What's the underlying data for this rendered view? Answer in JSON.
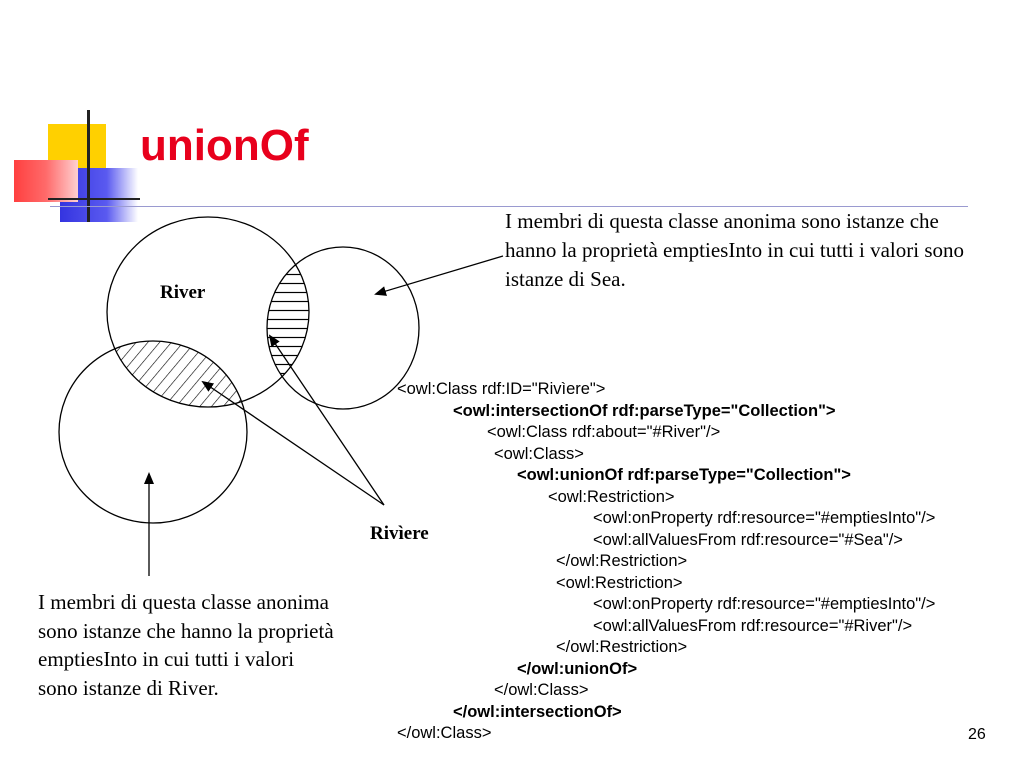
{
  "slide": {
    "title": "unionOf",
    "page_number": "26"
  },
  "diagram": {
    "river_label": "River",
    "riviere_label": "Rivìere"
  },
  "notes": {
    "top": "I membri di questa classe anonima sono istanze che hanno la proprietà emptiesInto in cui tutti i valori sono istanze di Sea.",
    "bottom": "I membri di questa classe anonima sono istanze che hanno la proprietà emptiesInto in cui tutti i valori sono istanze di River."
  },
  "code": {
    "lines": [
      "<owl:Class rdf:ID=\"Rivìere\">",
      "<owl:intersectionOf rdf:parseType=\"Collection\">",
      "<owl:Class rdf:about=\"#River\"/>",
      "<owl:Class>",
      "<owl:unionOf rdf:parseType=\"Collection\">",
      "<owl:Restriction>",
      "<owl:onProperty rdf:resource=\"#emptiesInto\"/>",
      "<owl:allValuesFrom rdf:resource=\"#Sea\"/>",
      "</owl:Restriction>",
      "<owl:Restriction>",
      "<owl:onProperty rdf:resource=\"#emptiesInto\"/>",
      "<owl:allValuesFrom rdf:resource=\"#River\"/>",
      "</owl:Restriction>",
      "</owl:unionOf>",
      "</owl:Class>",
      "</owl:intersectionOf>",
      "</owl:Class>"
    ]
  },
  "colors": {
    "title": "#e8001c",
    "deco_yellow": "#ffd000",
    "deco_blue": "#3a3ae0",
    "deco_red": "#ff3a3a"
  }
}
